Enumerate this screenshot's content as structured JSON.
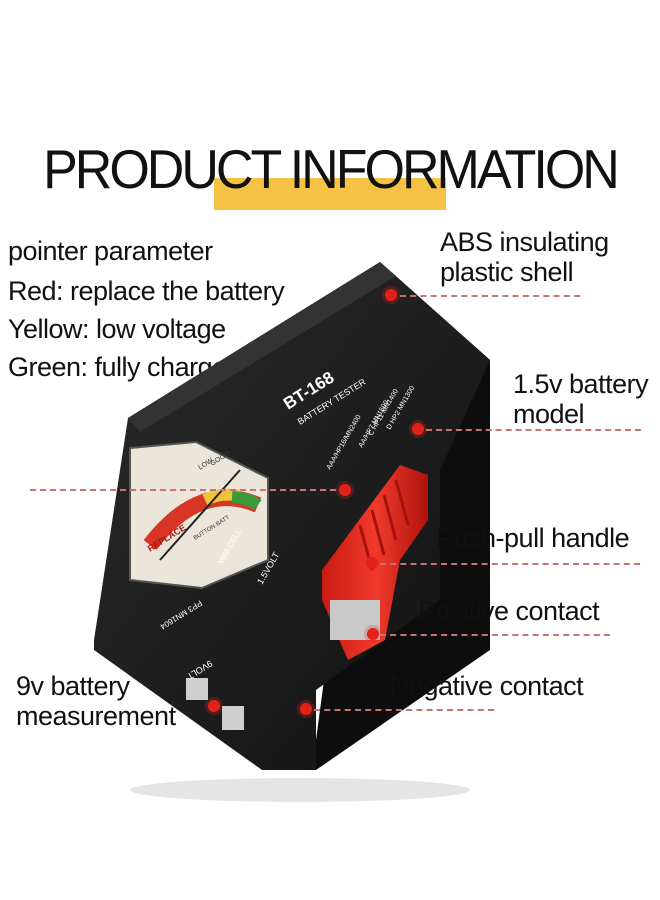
{
  "title": "PRODUCT INFORMATION",
  "pointer_info": {
    "heading": "pointer parameter",
    "red": "Red: replace the battery",
    "yellow": "Yellow: low voltage",
    "green": "Green: fully charged"
  },
  "callouts": {
    "shell_line1": "ABS insulating",
    "shell_line2": "plastic shell",
    "model_line1": "1.5v battery",
    "model_line2": "model",
    "handle": "Push-pull handle",
    "positive": "Positive contact",
    "negative": "Negative contact",
    "nine_v_line1": "9v battery",
    "nine_v_line2": "measurement"
  },
  "device": {
    "model": "BT-168",
    "subtitle": "BATTERY TESTER",
    "meter_low": "LOW",
    "meter_good": "GOOD",
    "meter_replace": "REPLACE",
    "meter_button": "BUTTON BATT",
    "mini_cell": "MINI CELL",
    "volt_15": "1.5VOLT",
    "volt_9": "9VOLT",
    "pp3": "PP3 MN1604",
    "aaa": "AAA/HP16/MN2400",
    "aa": "AA/HP7 MN1500",
    "c": "C HP11 MN1400",
    "d": "D HP2 MN1300"
  },
  "colors": {
    "accent_yellow": "#f6c245",
    "marker_red": "#e02218",
    "handle_red": "#e8291f",
    "body_black": "#1a1a1a"
  }
}
